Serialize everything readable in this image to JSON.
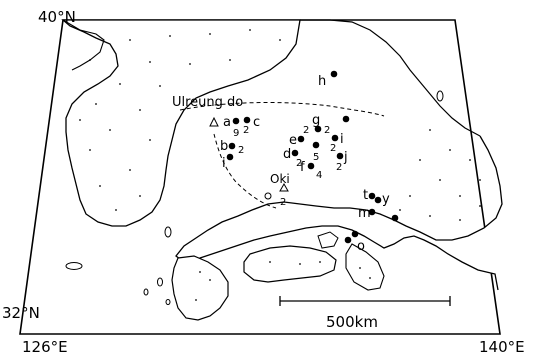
{
  "map": {
    "coords": {
      "top_left_lat": "40°N",
      "bottom_left_lat": "32°N",
      "bottom_left_lon": "126°E",
      "bottom_right_lon": "140°E"
    },
    "place_labels": {
      "ulreung": "Ulreung do",
      "oki": "Oki"
    },
    "scale_bar": {
      "label": "500km"
    },
    "stations": [
      {
        "id": "a",
        "label": "a"
      },
      {
        "id": "b",
        "label": "b"
      },
      {
        "id": "c",
        "label": "c"
      },
      {
        "id": "d",
        "label": "d"
      },
      {
        "id": "e",
        "label": "e"
      },
      {
        "id": "f",
        "label": "f"
      },
      {
        "id": "g",
        "label": "g"
      },
      {
        "id": "h",
        "label": "h"
      },
      {
        "id": "i1",
        "label": "i"
      },
      {
        "id": "i2",
        "label": "i"
      },
      {
        "id": "j",
        "label": "j"
      },
      {
        "id": "m",
        "label": "m"
      },
      {
        "id": "o",
        "label": "o"
      },
      {
        "id": "t",
        "label": "t"
      },
      {
        "id": "y",
        "label": "y"
      }
    ],
    "station_numbers": [
      "9",
      "2",
      "2",
      "2",
      "2",
      "5",
      "2",
      "4",
      "2",
      "2",
      "2"
    ]
  }
}
